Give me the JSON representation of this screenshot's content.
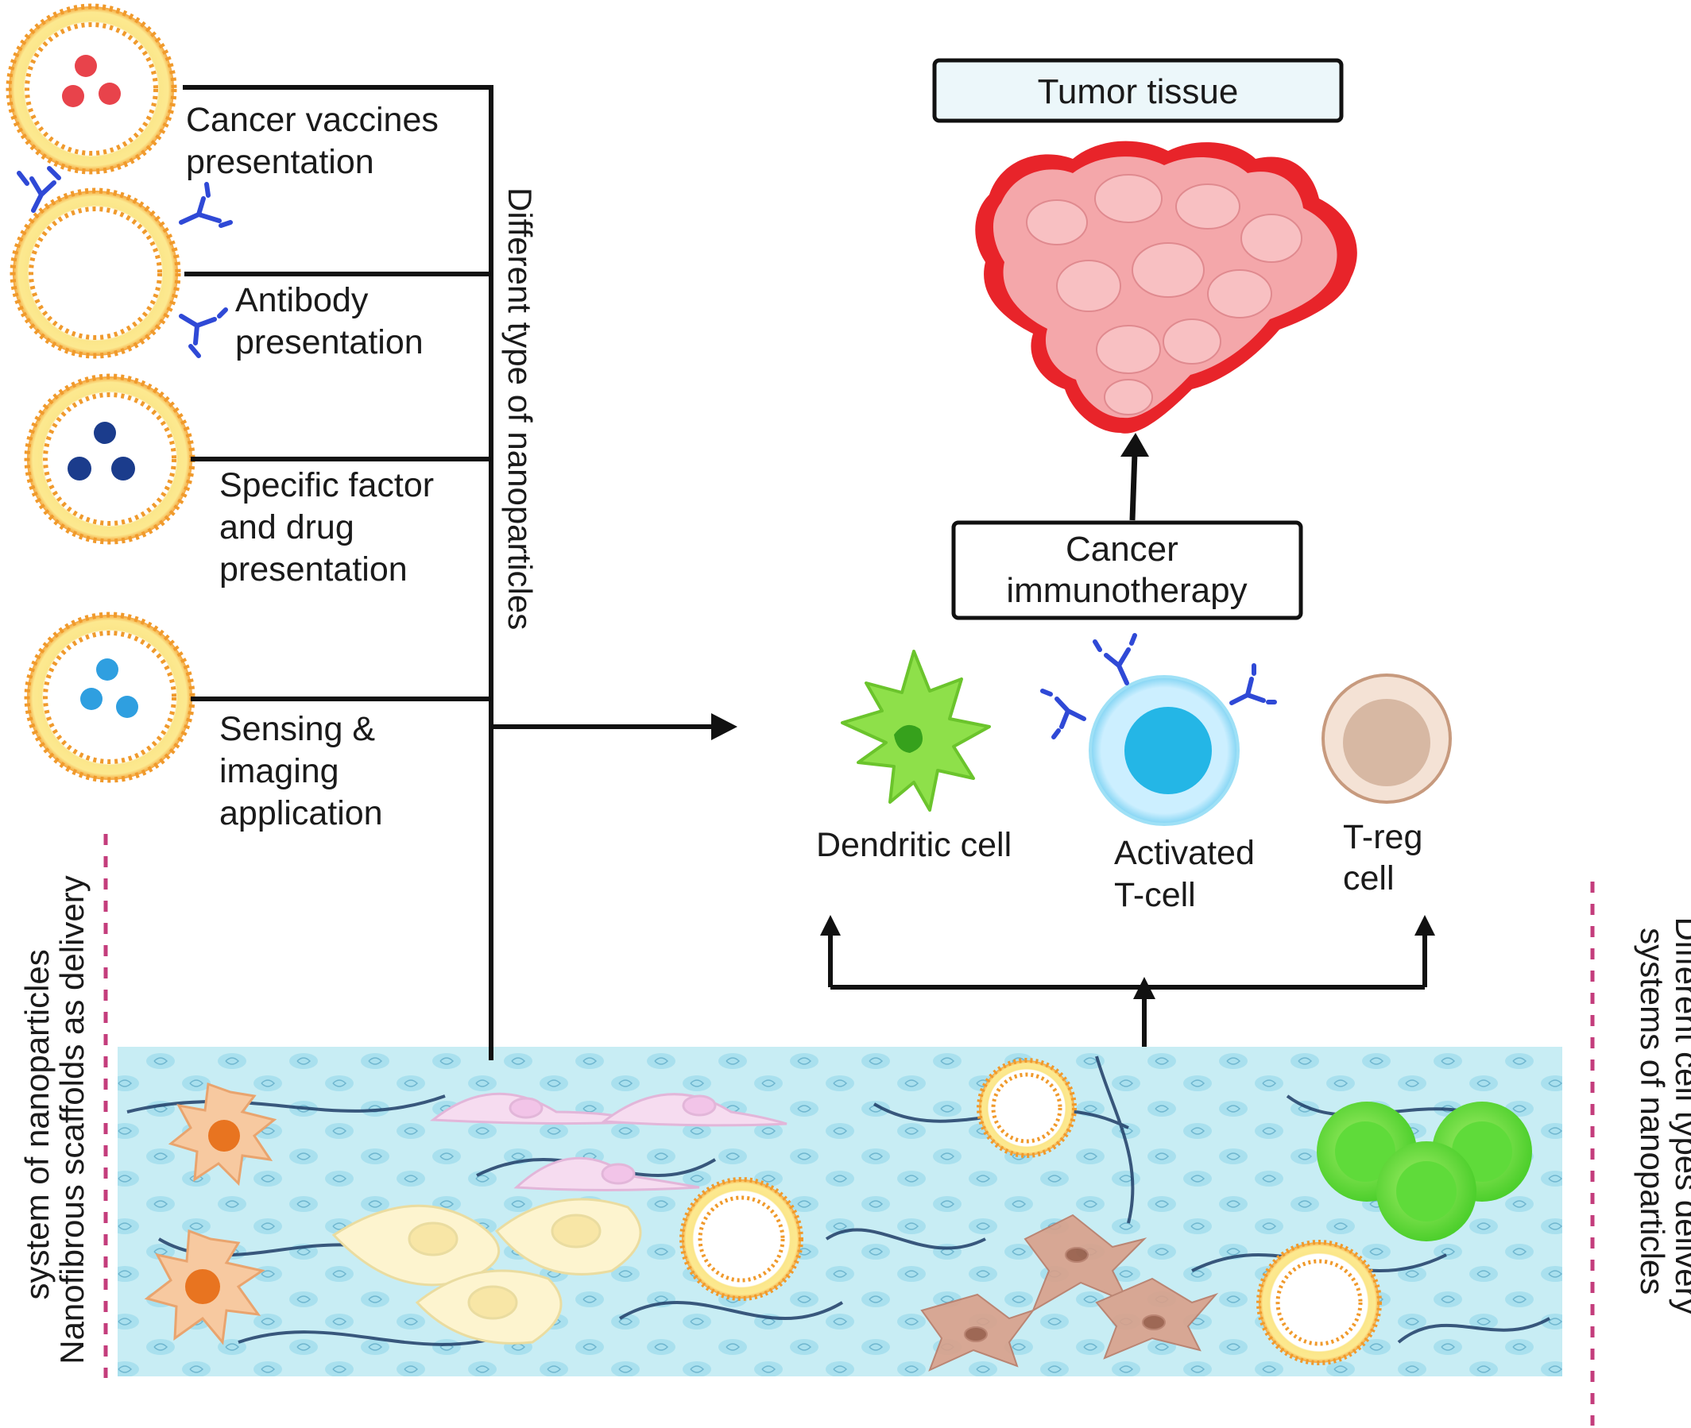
{
  "nanoparticle_types": {
    "vertical_label": "Different type of nanoparticles",
    "items": [
      {
        "lines": [
          "Cancer vaccines",
          "presentation"
        ],
        "cargo_color": "#e8434b"
      },
      {
        "lines": [
          "Antibody",
          "presentation"
        ],
        "cargo_color": "#2f49d6"
      },
      {
        "lines": [
          "Specific factor",
          "and drug",
          "presentation"
        ],
        "cargo_color": "#1b3c8c"
      },
      {
        "lines": [
          "Sensing &",
          "imaging",
          "application"
        ],
        "cargo_color": "#2f9fe0"
      }
    ]
  },
  "tumor": {
    "label": "Tumor tissue"
  },
  "therapy": {
    "lines": [
      "Cancer",
      "immunotherapy"
    ]
  },
  "immune_cells": [
    {
      "lines": [
        "Dendritic cell"
      ],
      "color": "#8ee04a"
    },
    {
      "lines": [
        "Activated",
        "T-cell"
      ],
      "color": "#24b6e6"
    },
    {
      "lines": [
        "T-reg",
        "cell"
      ],
      "color": "#d7b8a3"
    }
  ],
  "side_labels": {
    "left": [
      "Nanofibrous scaffolds as delivery",
      "system of nanoparticles"
    ],
    "right": [
      "Different cell types delivery",
      "systems of nanoparticles"
    ]
  },
  "colors": {
    "lipid_shell": "#f09a2c",
    "lipid_fill": "#fdf2a0",
    "antibody": "#2f49d6",
    "tumor_edge": "#e8242a",
    "tumor_body": "#f4a7aa",
    "scaffold_bg": "#bfe9f2",
    "divider": "#c43d7c"
  }
}
